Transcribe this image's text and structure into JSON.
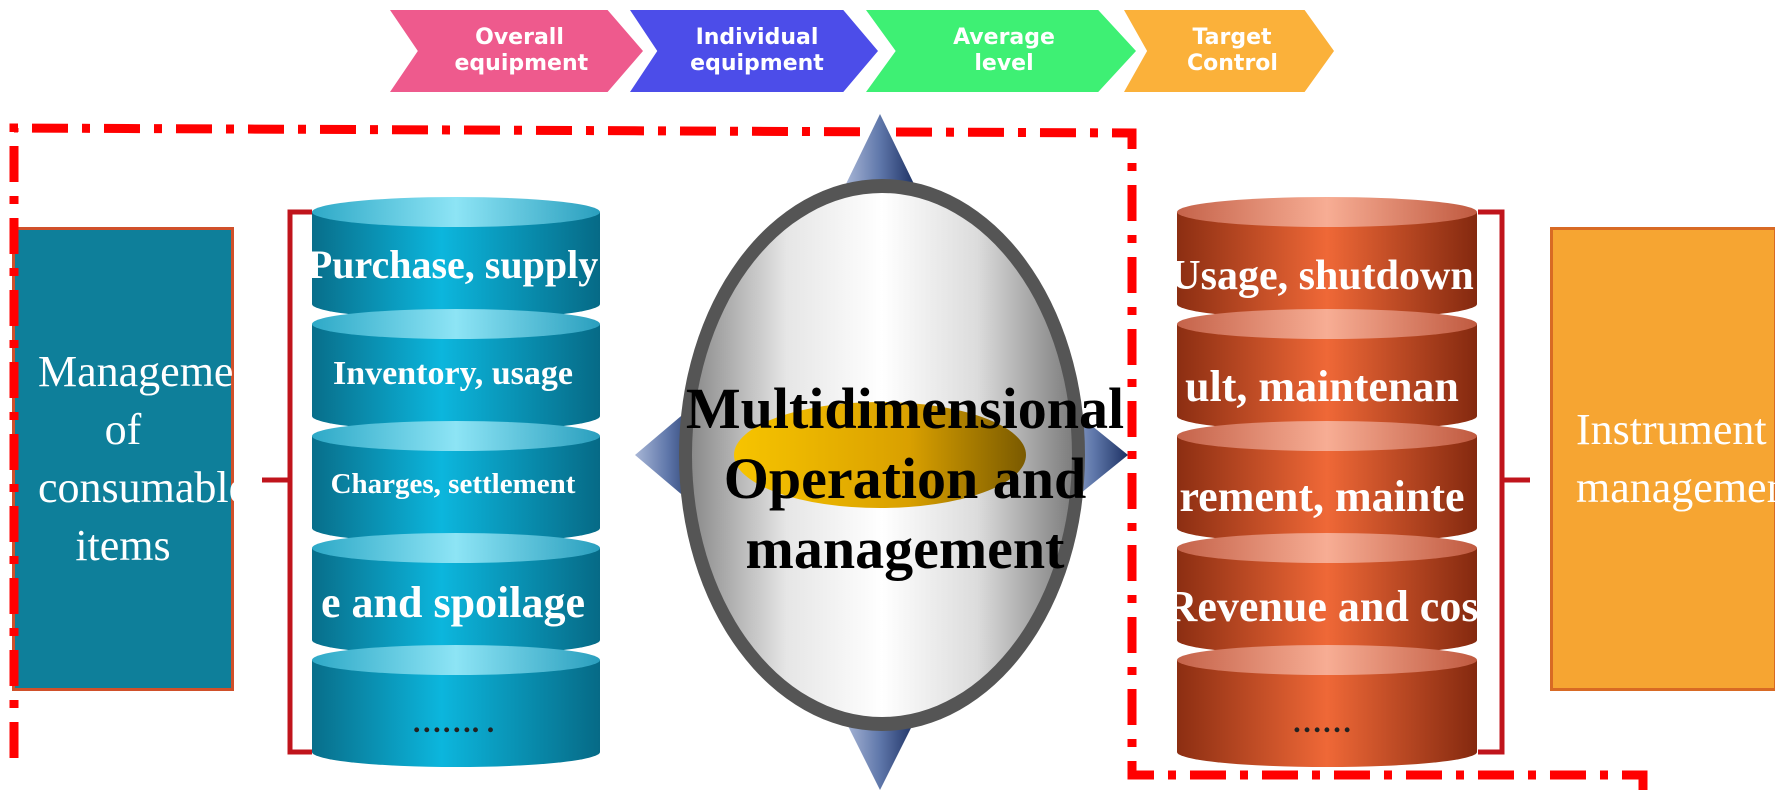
{
  "header": {
    "chevrons": [
      {
        "label": "Overall equipment",
        "color": "#ee5a8d"
      },
      {
        "label": "Individual equipment",
        "color": "#4c4de9"
      },
      {
        "label": "Average level",
        "color": "#3ef074"
      },
      {
        "label": "Target Control",
        "color": "#fbb13a"
      }
    ]
  },
  "left_box": {
    "label": "Management of consumable items"
  },
  "right_box": {
    "label": "Instrument management"
  },
  "left_stack": {
    "color": "#0aa6c9",
    "segments": [
      "Purchase, supply",
      "Inventory, usage",
      "Charges, settlement",
      "e and spoilage",
      "……. ."
    ]
  },
  "right_stack": {
    "color": "#e25a2b",
    "segments": [
      "Usage, shutdown",
      "ult, maintenan",
      "rement, mainte",
      "Revenue and cos",
      "……"
    ]
  },
  "center": {
    "line1": "Multidimensional",
    "line2": "Operation and",
    "line3": "management"
  },
  "colors": {
    "dash_border": "#ff0000",
    "brace": "#c0141c",
    "accent_gold": "#f2b600"
  }
}
